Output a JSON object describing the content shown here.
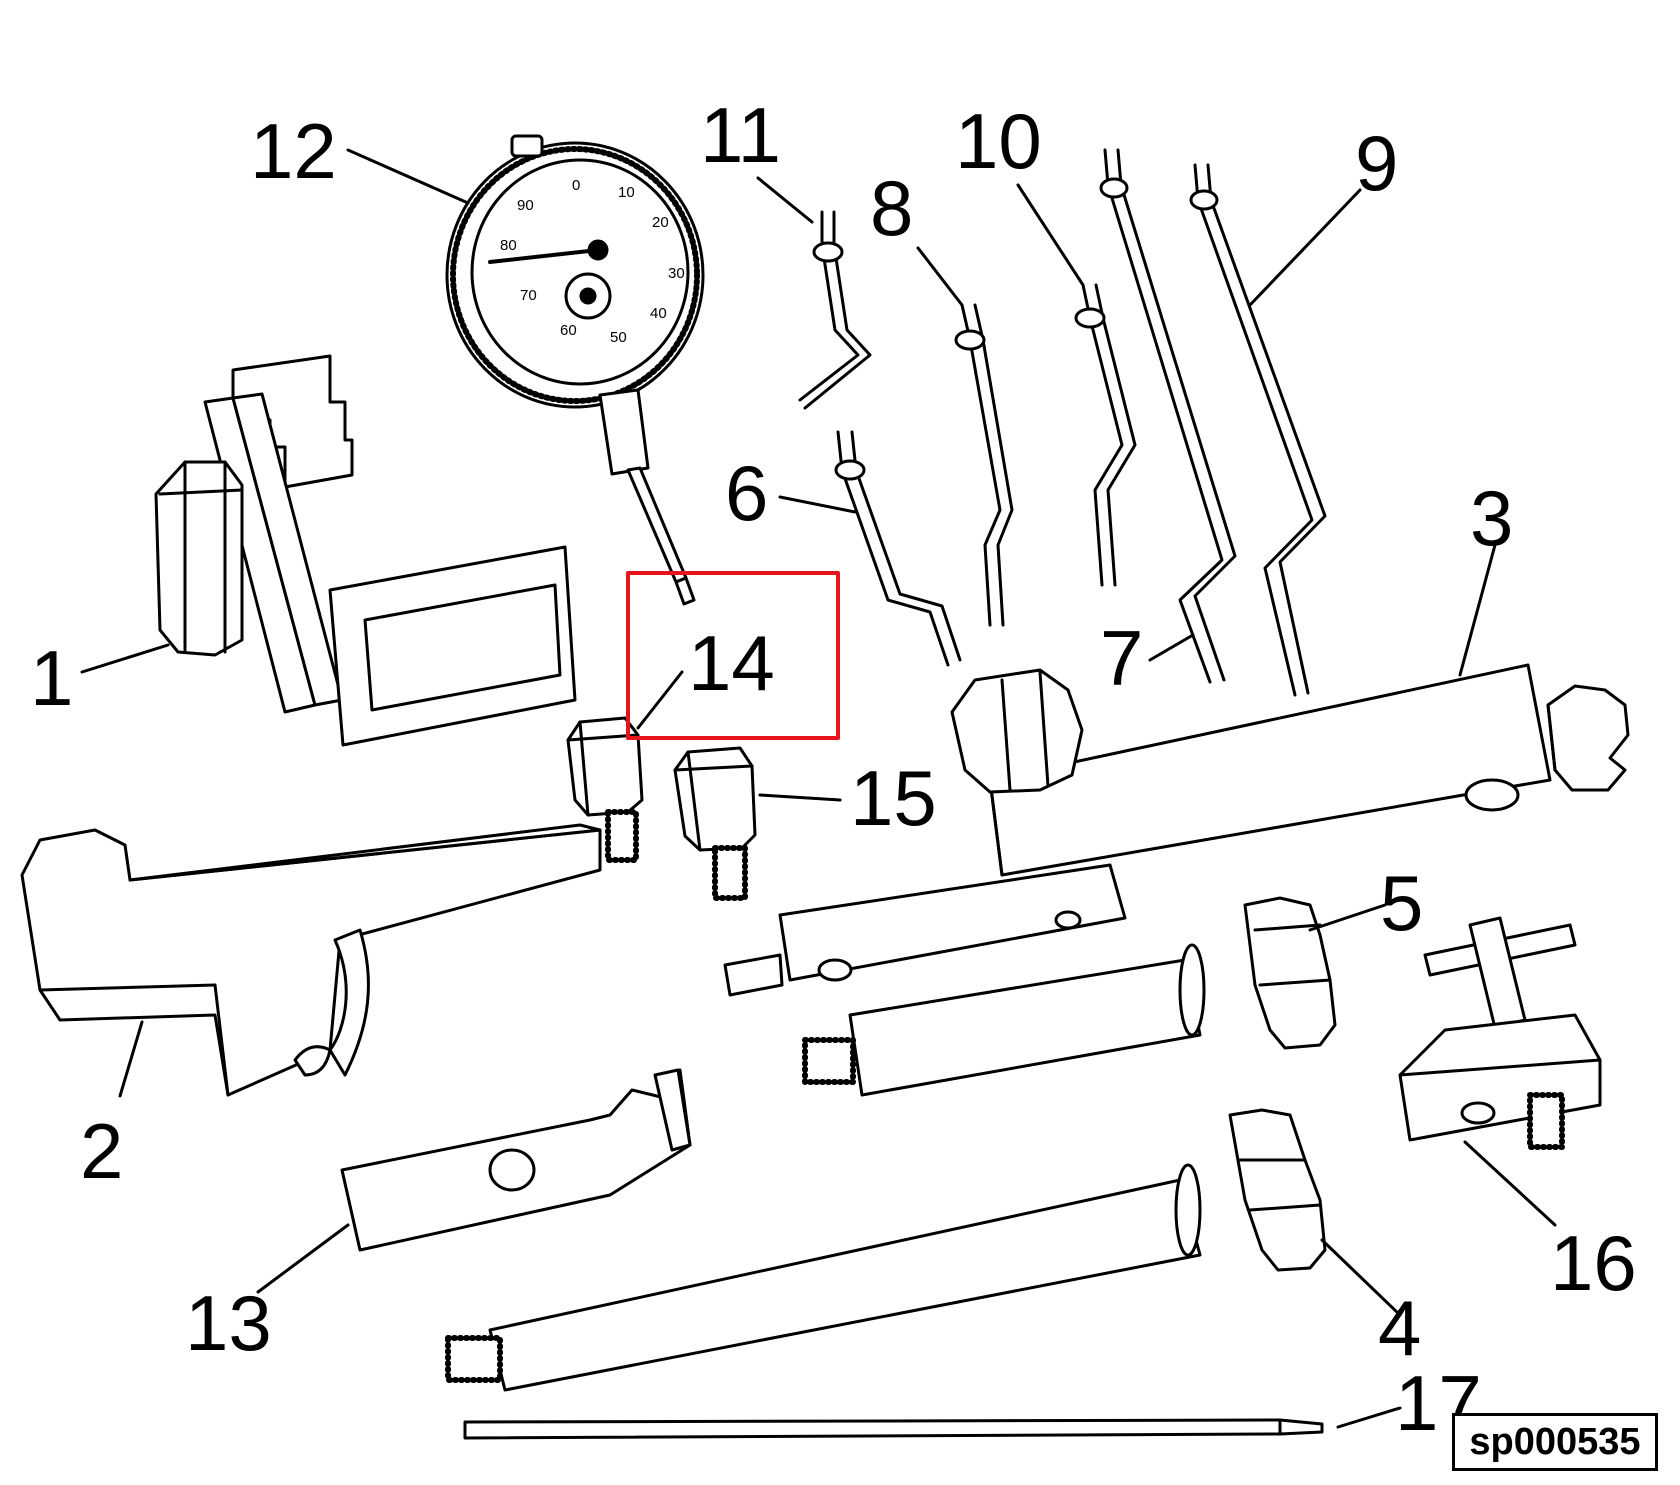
{
  "figure": {
    "id_label": "sp000535",
    "highlight_color": "#e8141c"
  },
  "callouts": [
    "1",
    "2",
    "3",
    "4",
    "5",
    "6",
    "7",
    "8",
    "9",
    "10",
    "11",
    "12",
    "13",
    "14",
    "15",
    "16",
    "17"
  ],
  "dial_gauge": {
    "outer_scale": [
      "0",
      "10",
      "20",
      "30",
      "40",
      "50",
      "60",
      "70",
      "80",
      "90"
    ]
  }
}
